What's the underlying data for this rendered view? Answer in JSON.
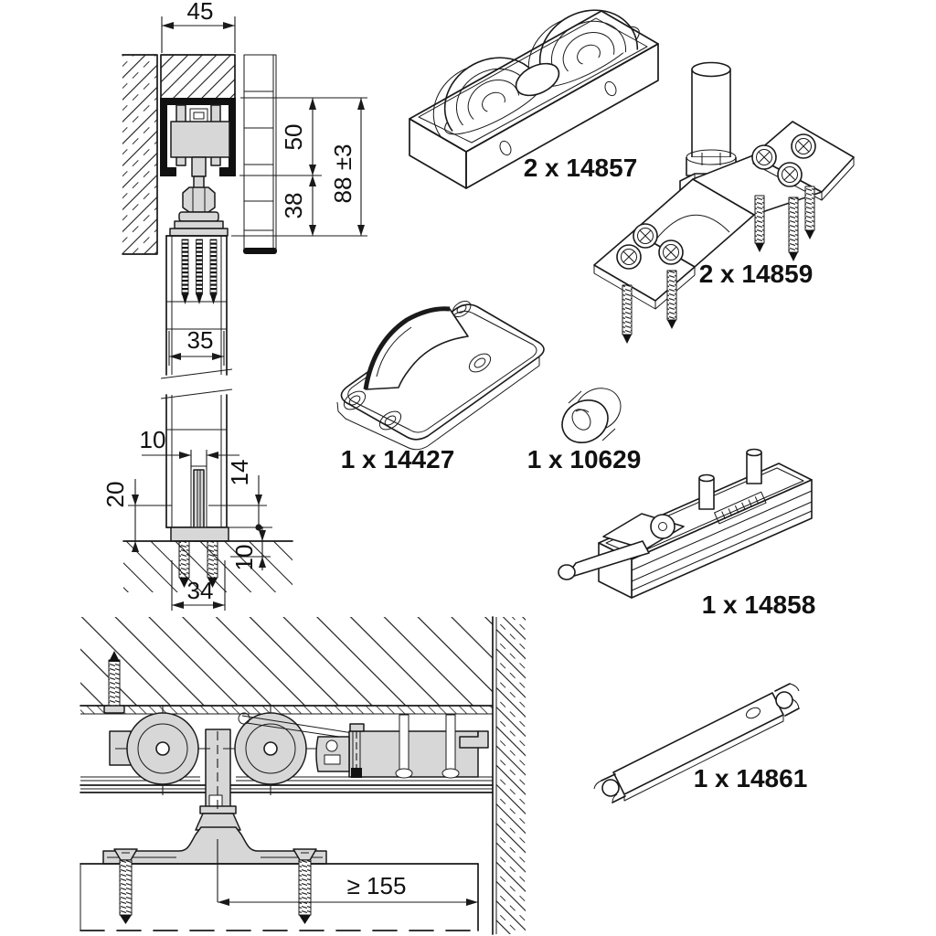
{
  "diagram": {
    "kind": "sliding-door hardware installation drawing",
    "background": "#ffffff",
    "line_color": "#1a1a1a",
    "part_fill_color": "#d7d7d7",
    "track_profile_color": "#111111"
  },
  "dims": {
    "track_width": "45",
    "track_height": "50",
    "drop_height": "38",
    "overall_height": "88 ±3",
    "door_thickness": "35",
    "guide_slot_width": "10",
    "guide_slot_depth": "14",
    "guide_height": "20",
    "guide_screw_span": "34",
    "floor_fix_depth": "10",
    "min_edge_distance": "≥ 155"
  },
  "parts": [
    {
      "label": "2 x 14857",
      "qty": "2",
      "ref": "14857",
      "name": "twin-roller carriage"
    },
    {
      "label": "2 x 14859",
      "qty": "2",
      "ref": "14859",
      "name": "suspension plate with hanger bolt and screws"
    },
    {
      "label": "1 x 14427",
      "qty": "1",
      "ref": "14427",
      "name": "floor guide"
    },
    {
      "label": "1 x 10629",
      "qty": "1",
      "ref": "10629",
      "name": "spacer bushing"
    },
    {
      "label": "1 x 14858",
      "qty": "1",
      "ref": "14858",
      "name": "track stop with release lever"
    },
    {
      "label": "1 x 14861",
      "qty": "1",
      "ref": "14861",
      "name": "open-end wrench"
    }
  ]
}
